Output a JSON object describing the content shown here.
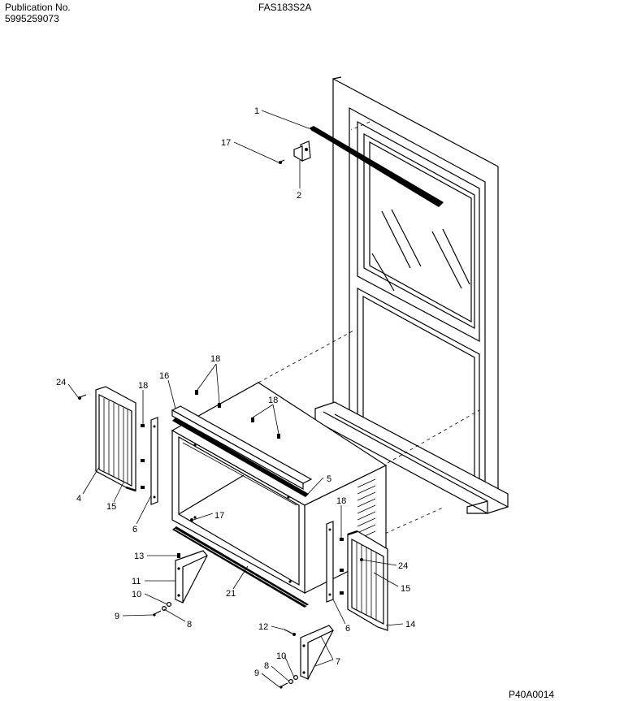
{
  "header": {
    "publication_label": "Publication No.",
    "publication_number": "5995259073",
    "model_number": "FAS183S2A"
  },
  "footer": {
    "diagram_code": "P40A0014"
  },
  "callouts": {
    "c1": "1",
    "c2": "2",
    "c17a": "17",
    "c18a": "18",
    "c18b": "18",
    "c18c": "18",
    "c18d": "18",
    "c16": "16",
    "c24a": "24",
    "c4": "4",
    "c15a": "15",
    "c6a": "6",
    "c5": "5",
    "c17b": "17",
    "c13": "13",
    "c11": "11",
    "c10a": "10",
    "c9a": "9",
    "c8a": "8",
    "c21": "21",
    "c24b": "24",
    "c15b": "15",
    "c6b": "6",
    "c14": "14",
    "c12": "12",
    "c7": "7",
    "c10b": "10",
    "c8b": "8",
    "c9b": "9"
  }
}
